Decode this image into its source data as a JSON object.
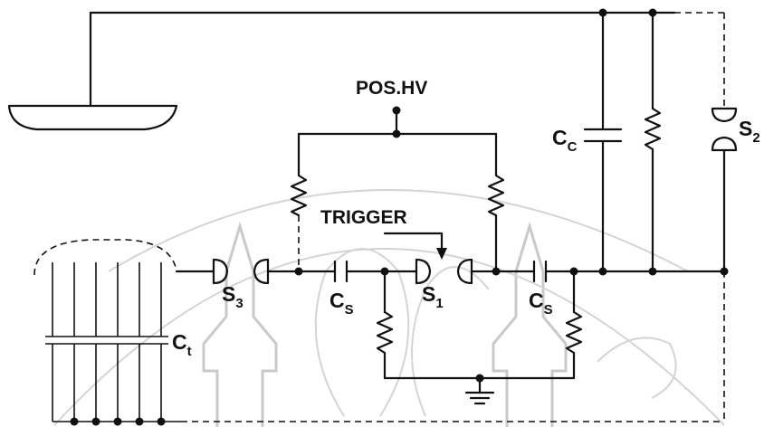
{
  "labels": {
    "pos_hv": "POS.HV",
    "trigger": "TRIGGER",
    "cc": "C",
    "cc_sub": "C",
    "s2": "S",
    "s2_sub": "2",
    "s3": "S",
    "s3_sub": "3",
    "cs_left": "C",
    "cs_left_sub": "S",
    "s1": "S",
    "s1_sub": "1",
    "cs_right": "C",
    "cs_right_sub": "S",
    "ct": "C",
    "ct_sub": "t"
  },
  "colors": {
    "ink": "#111111",
    "watermark": "#c9c9c9"
  }
}
